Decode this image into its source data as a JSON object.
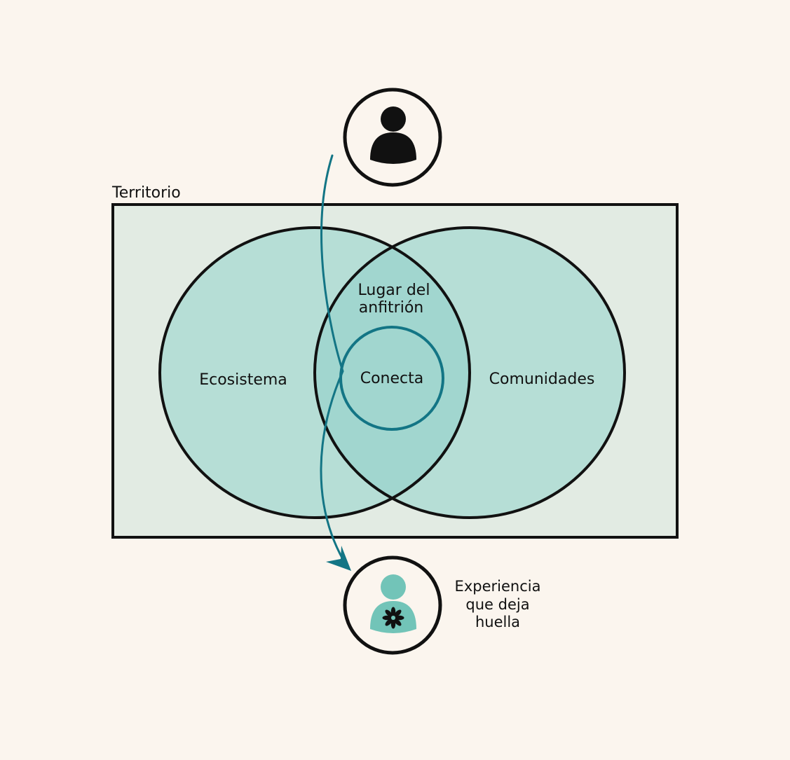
{
  "diagram": {
    "territory_label": "Territorio",
    "circle_left_label": "Ecosistema",
    "circle_right_label": "Comunidades",
    "intersection_label": [
      "Lugar del",
      "anfitrión"
    ],
    "center_label": "Conecta",
    "outcome_label": [
      "Experiencia",
      "que deja",
      "huella"
    ]
  },
  "icons": {
    "start": "person-icon",
    "end": "person-with-flower-icon",
    "flower": "flower-icon"
  },
  "colors": {
    "background": "#fbf5ee",
    "territory_fill": "#e2ebe3",
    "circle_fill": "#b6ded6",
    "overlap_fill": "#a1d6cf",
    "accent": "#137585",
    "person_end": "#72c4b8",
    "outline": "#111111"
  }
}
